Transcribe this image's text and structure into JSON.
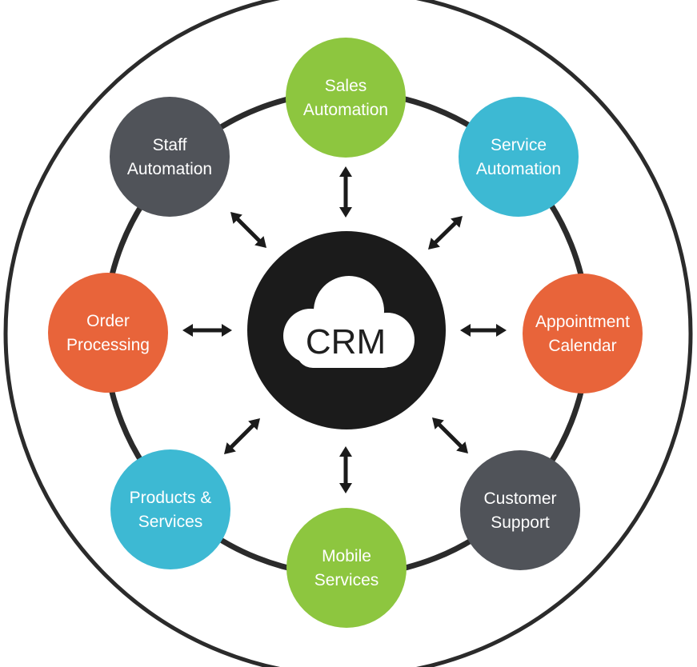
{
  "center": {
    "label": "CRM",
    "color": "#1b1b1b",
    "icon": "cloud-icon"
  },
  "colors": {
    "outer_ring": "#2b2b2b",
    "connector_ring": "#2b2b2b",
    "arrow": "#1b1b1b",
    "cloud": "#ffffff"
  },
  "nodes": [
    {
      "id": "sales-automation",
      "lines": [
        "Sales",
        "Automation"
      ],
      "color": "#8dc63f"
    },
    {
      "id": "service-automation",
      "lines": [
        "Service",
        "Automation"
      ],
      "color": "#3db9d3"
    },
    {
      "id": "appointment-calendar",
      "lines": [
        "Appointment",
        "Calendar"
      ],
      "color": "#e8643a"
    },
    {
      "id": "customer-support",
      "lines": [
        "Customer",
        "Support"
      ],
      "color": "#505359"
    },
    {
      "id": "mobile-services",
      "lines": [
        "Mobile",
        "Services"
      ],
      "color": "#8dc63f"
    },
    {
      "id": "products-services",
      "lines": [
        "Products &",
        "Services"
      ],
      "color": "#3db9d3"
    },
    {
      "id": "order-processing",
      "lines": [
        "Order",
        "Processing"
      ],
      "color": "#e8643a"
    },
    {
      "id": "staff-automation",
      "lines": [
        "Staff",
        "Automation"
      ],
      "color": "#505359"
    }
  ]
}
